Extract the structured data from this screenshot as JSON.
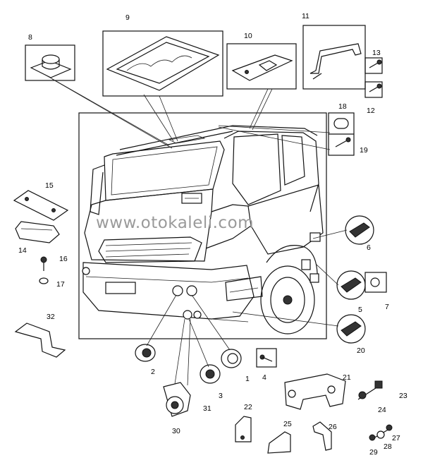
{
  "watermark": "www.otokaleli.com",
  "callouts": {
    "c1": "1",
    "c2": "2",
    "c3": "3",
    "c4": "4",
    "c5": "5",
    "c6": "6",
    "c7": "7",
    "c8": "8",
    "c9": "9",
    "c10": "10",
    "c11": "11",
    "c12": "12",
    "c13": "13",
    "c14": "14",
    "c15": "15",
    "c16": "16",
    "c17": "17",
    "c18": "18",
    "c19": "19",
    "c20": "20",
    "c21": "21",
    "c22": "22",
    "c23": "23",
    "c24": "24",
    "c25": "25",
    "c26": "26",
    "c27": "27",
    "c28": "28",
    "c29": "29",
    "c30": "30",
    "c31": "31",
    "c32": "32"
  }
}
